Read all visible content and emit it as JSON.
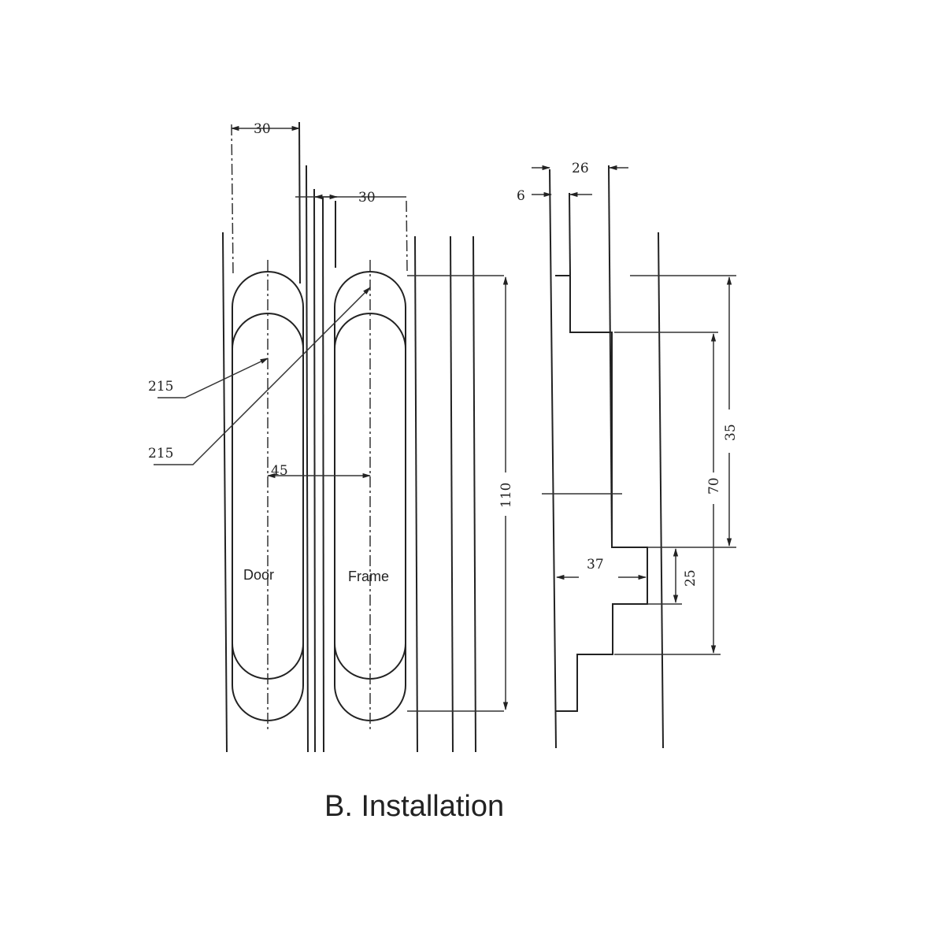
{
  "caption": "B. Installation",
  "left_view": {
    "dim_top_width": "30",
    "dim_offset": "30",
    "dim_upper_radius": "215",
    "dim_lower_radius": "215",
    "dim_center_spacing": "45",
    "door_label": "Door",
    "frame_label": "Frame",
    "dim_height": "110"
  },
  "right_view": {
    "dim_width": "26",
    "dim_step": "6",
    "dim_upper": "35",
    "dim_middle": "70",
    "dim_lower": "25",
    "dim_depth": "37"
  }
}
